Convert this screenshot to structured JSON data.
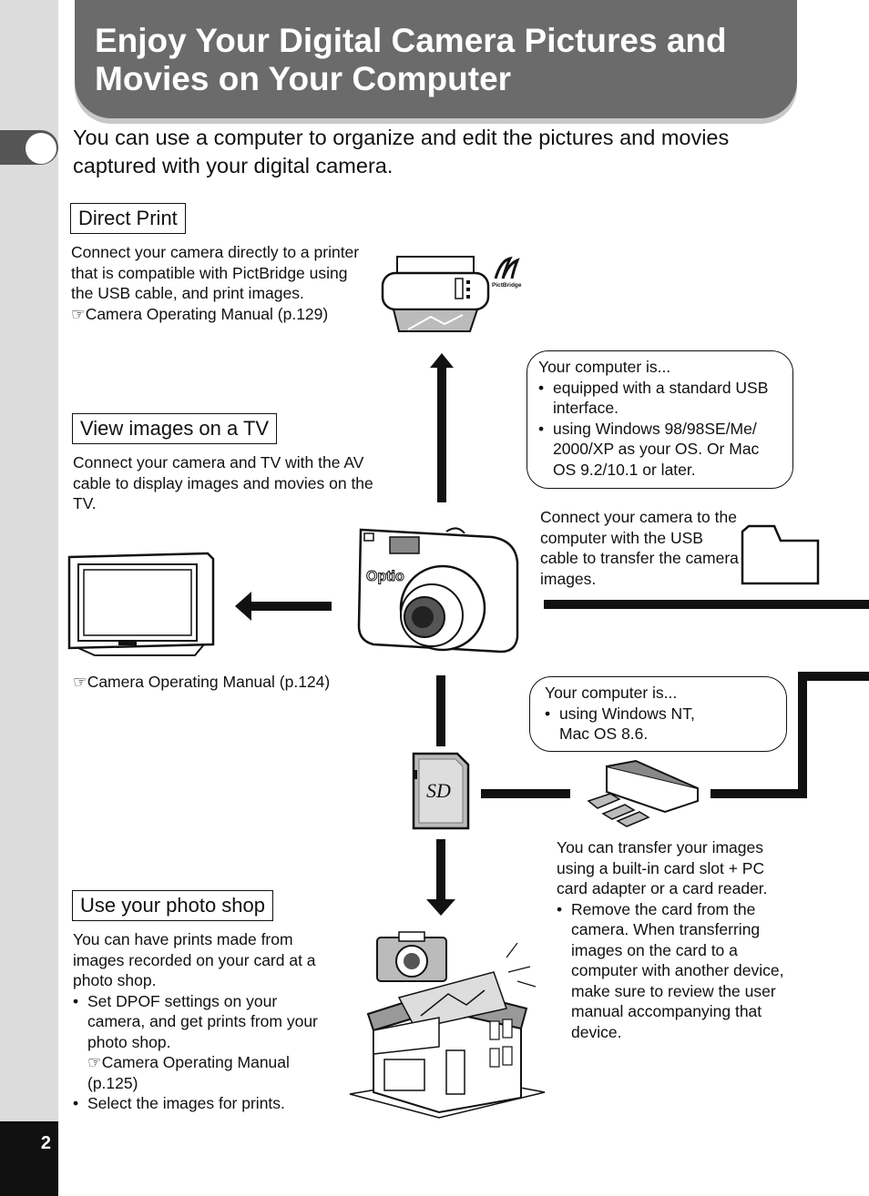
{
  "page": {
    "title_line1": "Enjoy Your Digital Camera Pictures and",
    "title_line2": "Movies on Your Computer",
    "intro": "You can use a computer to organize and edit the pictures and movies captured with your digital camera.",
    "page_number": "2"
  },
  "direct_print": {
    "label": "Direct Print",
    "text": "Connect your camera directly to a printer that is compatible with PictBridge using the USB cable, and print images.",
    "ref": "☞Camera Operating Manual (p.129)",
    "logo_text": "PictBridge"
  },
  "tv": {
    "label": "View images on a TV",
    "text": "Connect your camera and TV with the AV cable to display images and movies on the TV.",
    "ref": "☞Camera Operating Manual (p.124)"
  },
  "usb_box": {
    "heading": "Your computer is...",
    "bullets": [
      "equipped with a standard USB interface.",
      "using Windows 98/98SE/Me/ 2000/XP as your OS. Or Mac OS 9.2/10.1 or later."
    ],
    "connect_text": "Connect your camera to the computer with the USB cable to transfer the camera images."
  },
  "camera": {
    "brand": "Optio"
  },
  "sd": {
    "label": "SD"
  },
  "nt_box": {
    "heading": "Your computer is...",
    "bullets": [
      "using Windows NT, Mac OS 8.6."
    ]
  },
  "card_reader": {
    "text": "You can transfer your images using a built-in card slot + PC card adapter or a card reader.",
    "bullet": "Remove the card from the camera. When transferring images on the card to a computer with another device, make sure to review the user manual accompanying that device."
  },
  "photo_shop": {
    "label": "Use your photo shop",
    "text": "You can have prints made from images recorded on your card at a photo shop.",
    "bullet1": "Set DPOF settings on your camera, and get prints from your photo shop.",
    "ref": "☞Camera Operating Manual (p.125)",
    "bullet2": "Select the images for prints."
  }
}
